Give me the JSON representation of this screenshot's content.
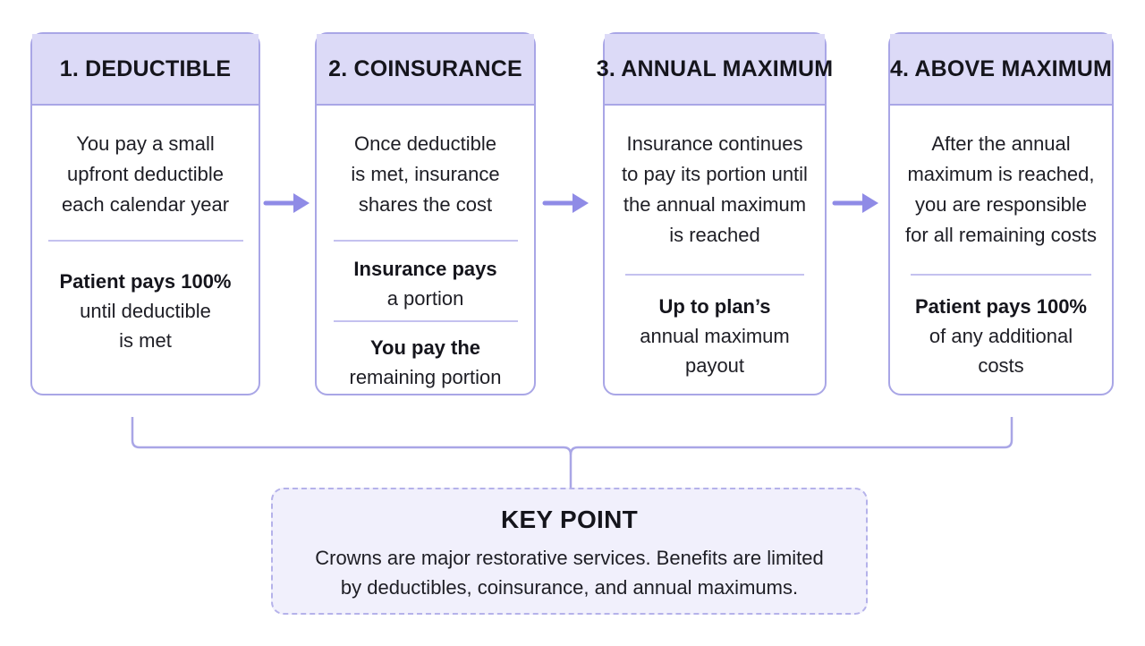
{
  "steps": [
    {
      "title": "1. DEDUCTIBLE",
      "description": "You pay a small\nupfront deductible\neach calendar year",
      "notes": [
        {
          "bold": "Patient pays 100%",
          "text": "until deductible\nis met"
        }
      ]
    },
    {
      "title": "2. COINSURANCE",
      "description": "Once deductible\nis met, insurance\nshares the cost",
      "notes": [
        {
          "bold": "Insurance pays",
          "text": "a portion"
        },
        {
          "bold": "You pay the",
          "text": "remaining portion"
        }
      ]
    },
    {
      "title": "3. ANNUAL MAXIMUM",
      "description": "Insurance continues\nto pay its portion until\nthe annual maximum\nis reached",
      "notes": [
        {
          "bold": "Up to plan’s",
          "text": "annual maximum\npayout"
        }
      ]
    },
    {
      "title": "4. ABOVE MAXIMUM",
      "description": "After the annual\nmaximum is reached,\nyou are responsible\nfor all remaining costs",
      "notes": [
        {
          "bold": "Patient pays 100%",
          "text": "of any additional\ncosts"
        }
      ]
    }
  ],
  "key_point": {
    "title": "KEY POINT",
    "text": "Crowns are major restorative services. Benefits are limited\nby deductibles, coinsurance, and annual maximums."
  },
  "colors": {
    "header_fill": "#dcdaf7",
    "border": "#a9a6e6",
    "arrow": "#8f8be6",
    "key_point_fill": "#f1f0fc"
  }
}
